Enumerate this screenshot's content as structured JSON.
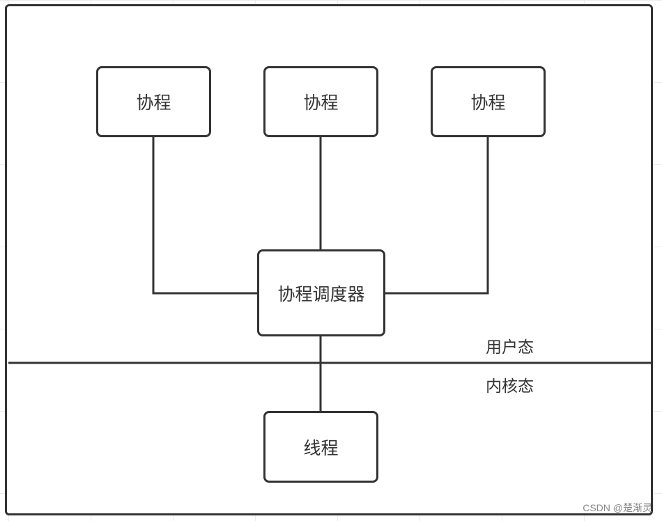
{
  "nodes": {
    "coroutine_1": "协程",
    "coroutine_2": "协程",
    "coroutine_3": "协程",
    "scheduler": "协程调度器",
    "thread": "线程"
  },
  "zones": {
    "user_mode": "用户态",
    "kernel_mode": "内核态"
  },
  "watermark": "CSDN @楚渐灵",
  "edges": [
    {
      "from": "coroutine_1",
      "to": "scheduler"
    },
    {
      "from": "coroutine_2",
      "to": "scheduler"
    },
    {
      "from": "coroutine_3",
      "to": "scheduler"
    },
    {
      "from": "scheduler",
      "to": "thread"
    }
  ],
  "colors": {
    "stroke": "#333333",
    "text": "#333333",
    "background": "#ffffff",
    "grid": "#ececec",
    "watermark": "#888888"
  }
}
